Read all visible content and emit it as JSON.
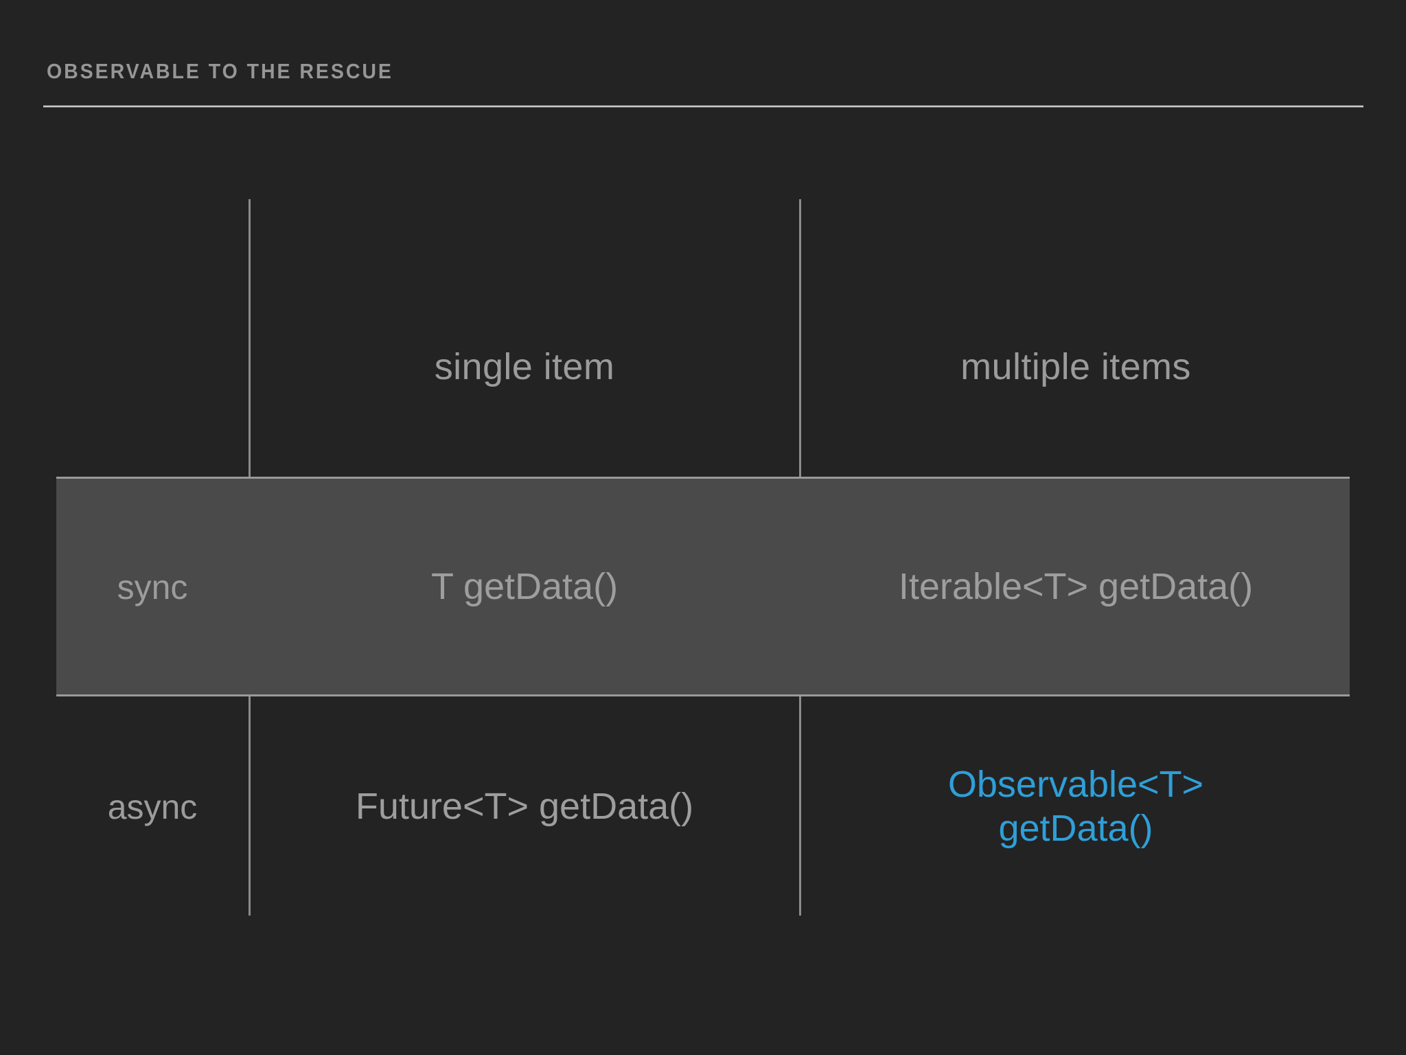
{
  "slide": {
    "title": "OBSERVABLE TO THE RESCUE",
    "background_color": "#232323",
    "text_color": "#9a9a9a",
    "accent_color": "#2f9fd8",
    "highlight_row_color": "#4a4a4a"
  },
  "table": {
    "corner_label": "",
    "column_headers": [
      "single item",
      "multiple items"
    ],
    "row_headers": [
      "sync",
      "async"
    ],
    "rows": [
      {
        "label": "sync",
        "highlighted": true,
        "cells": [
          {
            "text": "T getData()",
            "accent": false
          },
          {
            "text": "Iterable<T> getData()",
            "accent": false
          }
        ]
      },
      {
        "label": "async",
        "highlighted": false,
        "cells": [
          {
            "text": "Future<T> getData()",
            "accent": false
          },
          {
            "text": "Observable<T>",
            "text_line2": "getData()",
            "accent": true
          }
        ]
      }
    ]
  }
}
